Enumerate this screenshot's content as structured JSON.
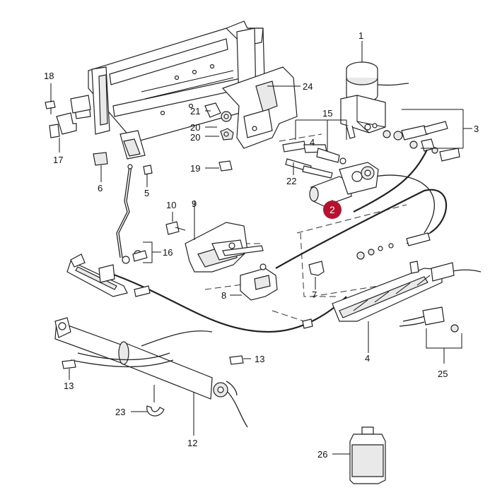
{
  "callouts": [
    {
      "id": "c1",
      "text": "1"
    },
    {
      "id": "c2",
      "text": "2",
      "highlight": true
    },
    {
      "id": "c3",
      "text": "3"
    },
    {
      "id": "c4a",
      "text": "4"
    },
    {
      "id": "c4b",
      "text": "4"
    },
    {
      "id": "c5",
      "text": "5"
    },
    {
      "id": "c6",
      "text": "6"
    },
    {
      "id": "c7",
      "text": "7"
    },
    {
      "id": "c8",
      "text": "8"
    },
    {
      "id": "c9",
      "text": "9"
    },
    {
      "id": "c10",
      "text": "10"
    },
    {
      "id": "c12",
      "text": "12"
    },
    {
      "id": "c13a",
      "text": "13"
    },
    {
      "id": "c13b",
      "text": "13"
    },
    {
      "id": "c15",
      "text": "15"
    },
    {
      "id": "c16",
      "text": "16"
    },
    {
      "id": "c17",
      "text": "17"
    },
    {
      "id": "c18",
      "text": "18"
    },
    {
      "id": "c19",
      "text": "19"
    },
    {
      "id": "c20a",
      "text": "20"
    },
    {
      "id": "c20b",
      "text": "20"
    },
    {
      "id": "c21",
      "text": "21"
    },
    {
      "id": "c22",
      "text": "22"
    },
    {
      "id": "c23",
      "text": "23"
    },
    {
      "id": "c24",
      "text": "24"
    },
    {
      "id": "c25",
      "text": "25"
    },
    {
      "id": "c26",
      "text": "26"
    }
  ],
  "colors": {
    "line": "#111111",
    "highlight": "#b5122f",
    "highlight_text": "#ffffff",
    "background": "#ffffff"
  }
}
